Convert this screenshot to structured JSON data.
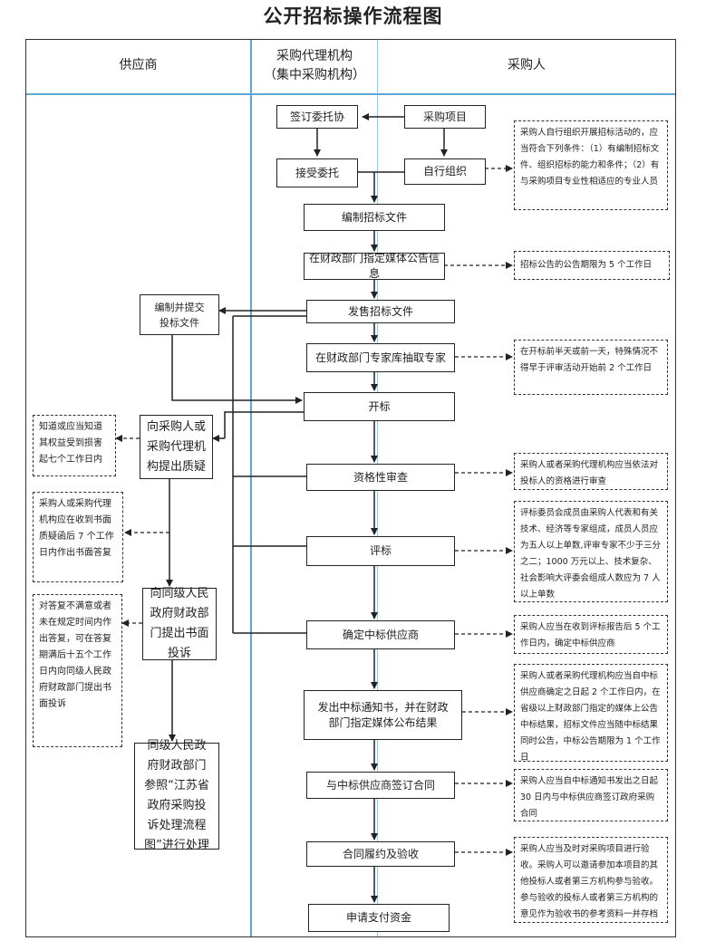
{
  "title": "公开招标操作流程图",
  "lanes": {
    "supplier": "供应商",
    "agency_line1": "采购代理机构",
    "agency_line2": "（集中采购机构）",
    "purchaser": "采购人"
  },
  "steps": {
    "sign_entrust": "签订委托协",
    "procurement_project": "采购项目",
    "accept_entrust": "接受委托",
    "self_organize": "自行组织",
    "prepare_docs": "编制招标文件",
    "announce": "在财政部门指定媒体公告信息",
    "sell_docs": "发售招标文件",
    "draw_experts": "在财政部门专家库抽取专家",
    "open_bid": "开标",
    "qualification": "资格性审查",
    "evaluate": "评标",
    "determine_winner": "确定中标供应商",
    "issue_notice": "发出中标通知书，并在财政部门指定媒体公布结果",
    "sign_contract": "与中标供应商签订合同",
    "perform_accept": "合同履约及验收",
    "apply_payment": "申请支付资金"
  },
  "supplier_steps": {
    "compile_submit": "编制并提交投标文件",
    "question": "向采购人或采购代理机构提出质疑",
    "complain": "向同级人民政府财政部门提出书面投诉",
    "handle": "同级人民政府财政部门参照“江苏省政府采购投诉处理流程图”进行处理"
  },
  "notes": {
    "self_org_conditions": "采购人自行组织开展招标活动的，应当符合下列条件：（1）有编制招标文件、组织招标的能力和条件；（2）有与采购项目专业性相适应的专业人员",
    "announce_period": "招标公告的公告期限为 5 个工作日",
    "expert_time": "在开标前半天或前一天，特殊情况不得早于评审活动开始前 2 个工作日",
    "qualification_note": "采购人或者采购代理机构应当依法对投标人的资格进行审查",
    "committee_note": "评标委员会成员由采购人代表和有关技术、经济等专家组成，成员人员应为五人以上单数,评审专家不少于三分之二；1000 万元以上、技术复杂、社会影响大评委会组成人数应为 7 人以上单数",
    "winner_note": "采购人应当在收到评标报告后 5 个工作日内，确定中标供应商",
    "notice_note": "采购人或者采购代理机构应当自中标供应商确定之日起 2 个工作日内，在省级以上财政部门指定的媒体上公告中标结果，招标文件应当随中标结果同时公告，中标公告期限为 1 个工作日",
    "contract_note": "采购人应当自中标通知书发出之日起 30 日内与中标供应商签订政府采购合同",
    "acceptance_note": "采购人应当及时对采购项目进行验收。采购人可以邀请参加本项目的其他投标人或者第三方机构参与验收。参与验收的投标人或者第三方机构的意见作为验收书的参考资料一并存档",
    "question_deadline": "知道或应当知道其权益受到损害起七个工作日内",
    "reply_deadline": "采购人或采购代理机构应在收到书面质疑函后 7 个工作日内作出书面答复",
    "complaint_deadline": "对答复不满意或者未在规定时间内作出答复，可在答复期满后十五个工作日内向同级人民政府财政部门提出书面投诉"
  }
}
